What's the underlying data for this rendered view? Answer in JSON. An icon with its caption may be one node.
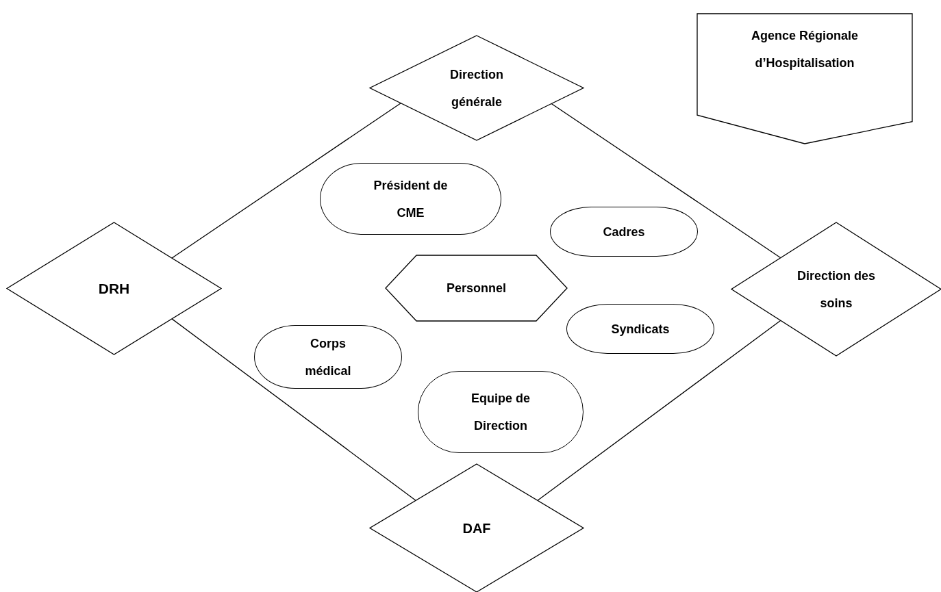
{
  "diagram": {
    "nodes": [
      {
        "text": [
          "Direction générale"
        ]
      },
      {
        "text": [
          "Agence Régionale d’Hospitalisation"
        ]
      },
      {
        "text": [
          "Président de CME"
        ]
      },
      {
        "text": [
          "Cadres"
        ]
      },
      {
        "text": [
          "DRH"
        ]
      },
      {
        "text": [
          "Personnel"
        ]
      },
      {
        "text": [
          "Direction des soins"
        ]
      },
      {
        "text": [
          "Syndicats"
        ]
      },
      {
        "text": [
          "Corps médical"
        ]
      },
      {
        "text": [
          "Equipe de Direction"
        ]
      },
      {
        "text": [
          "DAF"
        ]
      }
    ],
    "edges": [
      {
        "from": 0,
        "to": 4,
        "arrow": "none"
      },
      {
        "from": 0,
        "to": 6,
        "arrow": "none"
      },
      {
        "from": 4,
        "to": 10,
        "arrow": "none"
      },
      {
        "from": 10,
        "to": 6,
        "arrow": "none"
      }
    ]
  }
}
